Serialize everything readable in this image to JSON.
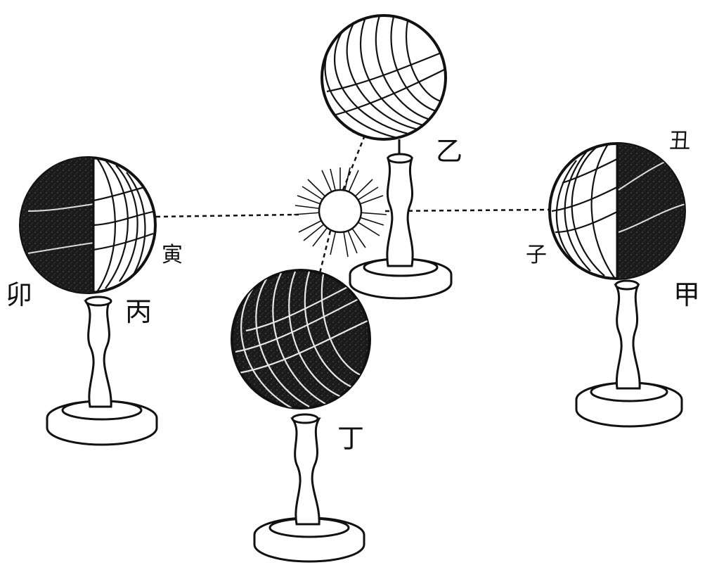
{
  "labels": {
    "jia": "甲",
    "yi": "乙",
    "bing": "丙",
    "ding": "丁",
    "zi": "子",
    "chou": "丑",
    "yin": "寅",
    "mao": "卯"
  },
  "colors": {
    "ink": "#111111",
    "paper": "#ffffff",
    "dark_side": "#1a1a1a"
  },
  "globes": [
    {
      "id": "jia",
      "lit_side": "left",
      "dark_side": "right"
    },
    {
      "id": "yi",
      "lit_side": "full",
      "dark_side": "none"
    },
    {
      "id": "bing",
      "lit_side": "right",
      "dark_side": "left"
    },
    {
      "id": "ding",
      "lit_side": "none",
      "dark_side": "full"
    }
  ]
}
